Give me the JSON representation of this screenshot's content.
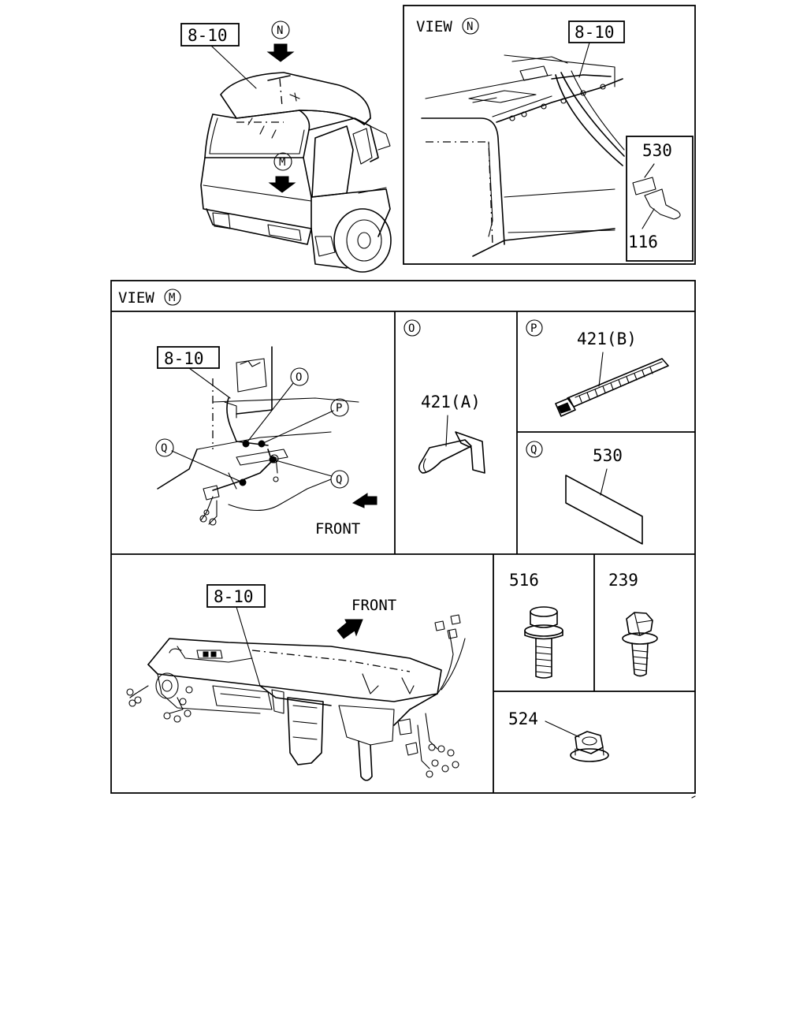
{
  "labels": {
    "ref_code": "8-10",
    "view_n": "VIEW",
    "view_m": "VIEW",
    "letter_n": "N",
    "letter_m": "M",
    "letter_o": "O",
    "letter_p": "P",
    "letter_q": "Q",
    "front": "FRONT",
    "part_530": "530",
    "part_116": "116",
    "part_421a": "421(A)",
    "part_421b": "421(B)",
    "part_516": "516",
    "part_239": "239",
    "part_524": "524"
  }
}
